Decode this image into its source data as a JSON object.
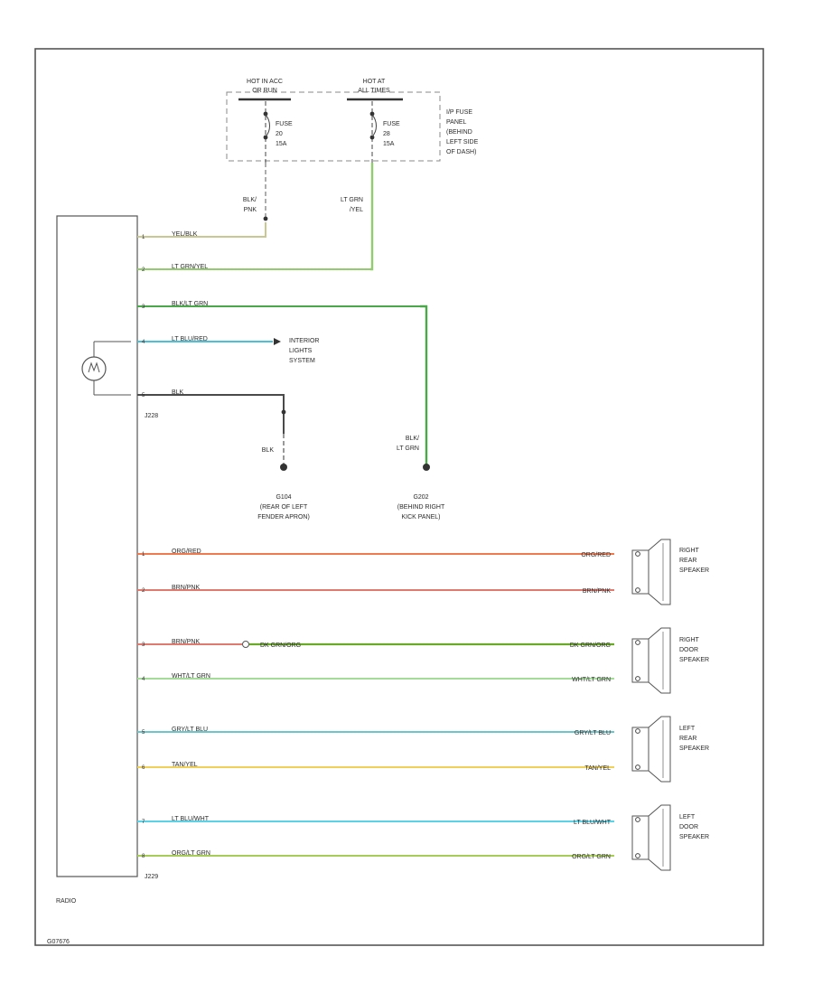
{
  "fuse_panel": {
    "hot1_line1": "HOT IN ACC",
    "hot1_line2": "OR RUN",
    "hot2_line1": "HOT AT",
    "hot2_line2": "ALL TIMES",
    "fuse1": [
      "FUSE",
      "20",
      "15A"
    ],
    "fuse2": [
      "FUSE",
      "28",
      "15A"
    ],
    "location": [
      "I/P FUSE",
      "PANEL",
      "(BEHIND",
      "LEFT SIDE",
      "OF DASH)"
    ]
  },
  "upper_wires": {
    "fuse1_wire": [
      "BLK/",
      "PNK"
    ],
    "fuse2_wire": [
      "LT GRN",
      "/YEL"
    ]
  },
  "radio": {
    "label": "RADIO",
    "connector1": "J228",
    "connector2": "J229",
    "pins": [
      "1",
      "2",
      "3",
      "4",
      "5",
      "1",
      "2",
      "3",
      "4",
      "5",
      "6",
      "7",
      "8"
    ],
    "wires": [
      "YEL/BLK",
      "LT GRN/YEL",
      "BLK/LT GRN",
      "LT BLU/RED",
      "BLK",
      "ORG/RED",
      "BRN/PNK",
      "BRN/PNK",
      "WHT/LT GRN",
      "GRY/LT BLU",
      "TAN/YEL",
      "LT BLU/WHT",
      "ORG/LT GRN"
    ]
  },
  "interior_lights": [
    "INTERIOR",
    "LIGHTS",
    "SYSTEM"
  ],
  "ground1": {
    "wire": "BLK",
    "lines": [
      "G104",
      "(REAR OF LEFT",
      "FENDER APRON)"
    ]
  },
  "ground2": {
    "wire": [
      "BLK/",
      "LT GRN"
    ],
    "lines": [
      "G202",
      "(BEHIND RIGHT",
      "KICK PANEL)"
    ]
  },
  "splice_wire": "DK GRN/ORG",
  "speaker_wires": [
    "ORG/RED",
    "BRN/PNK",
    "DK GRN/ORG",
    "WHT/LT GRN",
    "GRY/LT BLU",
    "TAN/YEL",
    "LT BLU/WHT",
    "ORG/LT GRN"
  ],
  "speakers": [
    [
      "RIGHT",
      "REAR",
      "SPEAKER"
    ],
    [
      "RIGHT",
      "DOOR",
      "SPEAKER"
    ],
    [
      "LEFT",
      "REAR",
      "SPEAKER"
    ],
    [
      "LEFT",
      "DOOR",
      "SPEAKER"
    ]
  ],
  "figure_code": "G07676",
  "colors": {
    "frame": "#555555",
    "yel_blk": "#c8c890",
    "lt_grn_yel": "#92cc6e",
    "blk_lt_grn": "#4aa84a",
    "lt_blu": "#4cc0d8",
    "blk": "#4a4a4a",
    "org_red": "#f07a50",
    "brn_pnk": "#e07a6e",
    "dk_grn_org": "#6aa828",
    "wht_lt_grn": "#a4dc9a",
    "gry_lt_blu": "#6cc6cc",
    "tan_yel": "#f0d058",
    "lt_blu_wht": "#5ad2e8",
    "org_lt_grn": "#a8cc58"
  }
}
